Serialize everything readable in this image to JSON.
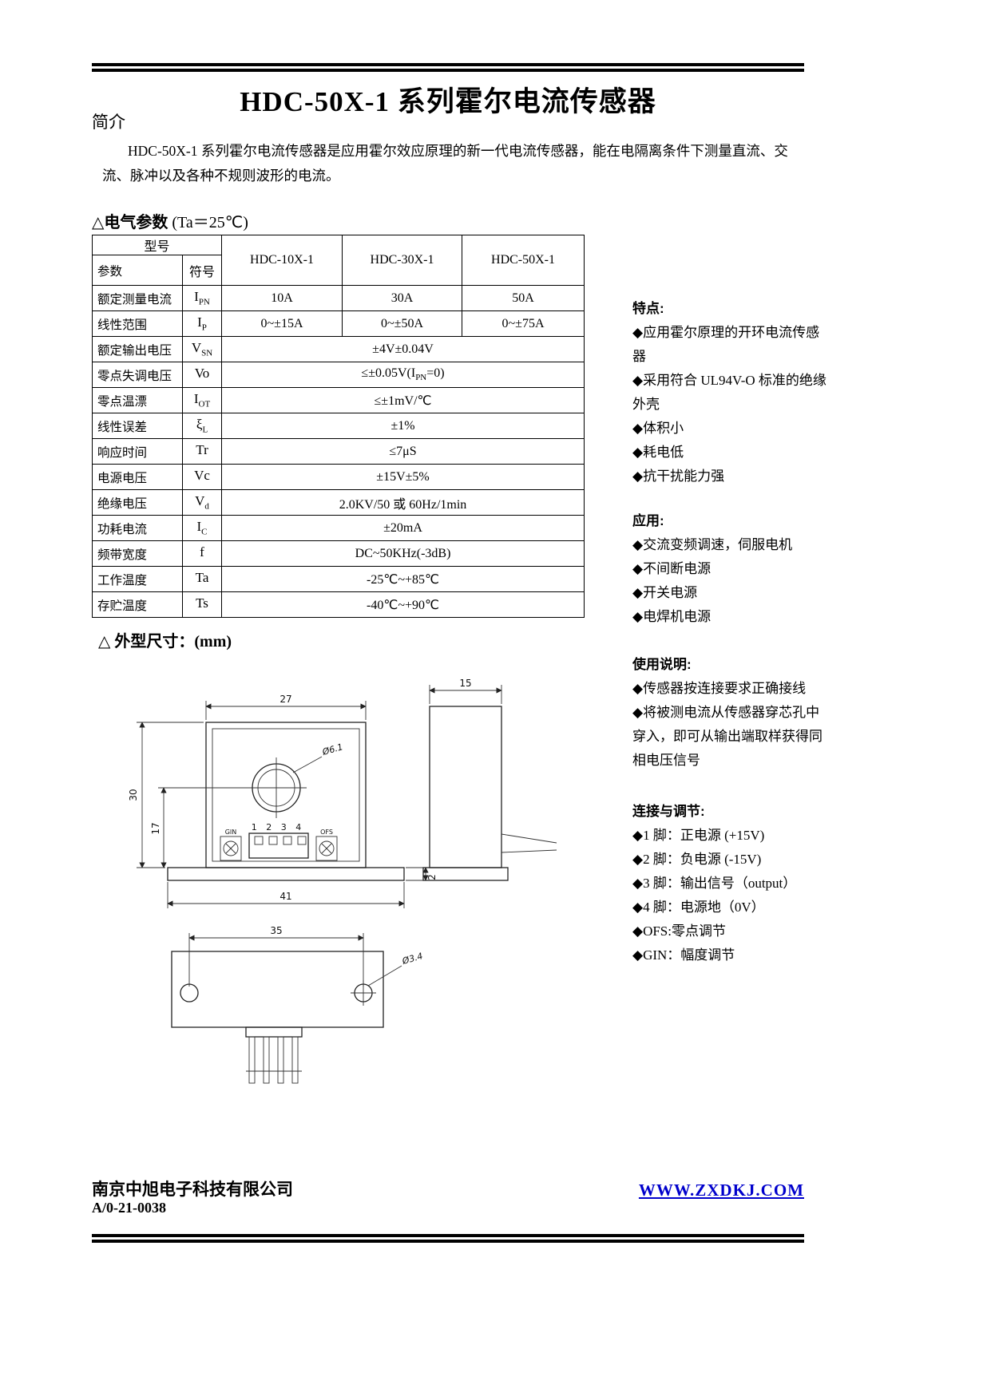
{
  "header": {
    "title": "HDC-50X-1 系列霍尔电流传感器",
    "intro_label": "简介",
    "intro_text": "HDC-50X-1 系列霍尔电流传感器是应用霍尔效应原理的新一代电流传感器，能在电隔离条件下测量直流、交流、脉冲以及各种不规则波形的电流。"
  },
  "electrical": {
    "heading": "△电气参数",
    "condition": " (Ta＝25℃)",
    "table": {
      "corner_model": "型号",
      "corner_param": "参数",
      "corner_symbol": "符号",
      "models": [
        "HDC-10X-1",
        "HDC-30X-1",
        "HDC-50X-1"
      ],
      "rows": [
        {
          "param": "额定测量电流",
          "sym": "I",
          "sub": "PN",
          "vals": [
            "10A",
            "30A",
            "50A"
          ]
        },
        {
          "param": "线性范围",
          "sym": "I",
          "sub": "P",
          "vals": [
            "0~±15A",
            "0~±50A",
            "0~±75A"
          ]
        },
        {
          "param": "额定输出电压",
          "sym": "V",
          "sub": "SN",
          "span": "±4V±0.04V"
        },
        {
          "param": "零点失调电压",
          "sym": "Vo",
          "sub": "",
          "span_pre": "≤±0.05V(I",
          "span_sub": "PN",
          "span_post": "=0)"
        },
        {
          "param": "零点温漂",
          "sym": "I",
          "sub": "OT",
          "span": "≤±1mV/℃"
        },
        {
          "param": "线性误差",
          "sym": "ξ",
          "sub": "L",
          "span": "±1%"
        },
        {
          "param": "响应时间",
          "sym": "Tr",
          "sub": "",
          "span": "≤7μS"
        },
        {
          "param": "电源电压",
          "sym": "Vc",
          "sub": "",
          "span": "±15V±5%"
        },
        {
          "param": "绝缘电压",
          "sym": "V",
          "sub": "d",
          "span": "2.0KV/50 或 60Hz/1min"
        },
        {
          "param": "功耗电流",
          "sym": "I",
          "sub": "C",
          "span": "±20mA"
        },
        {
          "param": "频带宽度",
          "sym": "f",
          "sub": "",
          "span": "DC~50KHz(-3dB)"
        },
        {
          "param": "工作温度",
          "sym": "Ta",
          "sub": "",
          "span": "-25℃~+85℃"
        },
        {
          "param": "存贮温度",
          "sym": "Ts",
          "sub": "",
          "span": "-40℃~+90℃"
        }
      ]
    }
  },
  "sidebar": {
    "bullet": "◆",
    "features": {
      "heading": "特点:",
      "items": [
        "应用霍尔原理的开环电流传感器",
        "采用符合 UL94V-O 标准的绝缘外壳",
        "体积小",
        "耗电低",
        "抗干扰能力强"
      ]
    },
    "applications": {
      "heading": "应用:",
      "items": [
        "交流变频调速，伺服电机",
        "不间断电源",
        "开关电源",
        "电焊机电源"
      ]
    },
    "usage": {
      "heading": "使用说明:",
      "items": [
        "传感器按连接要求正确接线",
        "将被测电流从传感器穿芯孔中穿入，即可从输出端取样获得同相电压信号"
      ]
    },
    "connection": {
      "heading": "连接与调节:",
      "items": [
        "1 脚：正电源 (+15V)",
        "2 脚：负电源 (-15V)",
        "3 脚：输出信号（output）",
        "4 脚：电源地（0V）",
        "OFS:零点调节",
        "GIN：幅度调节"
      ]
    }
  },
  "dimensions_section": {
    "heading": "△ 外型尺寸：(mm)",
    "front": {
      "width": "27",
      "height": "30",
      "center_height": "17",
      "base_width": "41",
      "tab_height": "2",
      "hole_dia": "Ø6.1",
      "pin_numbers": "1 2 3 4",
      "gin_label": "GIN",
      "ofs_label": "OFS"
    },
    "side": {
      "width": "15"
    },
    "bottom": {
      "hole_pitch": "35",
      "hole_dia": "Ø3.4"
    }
  },
  "footer": {
    "company": "南京中旭电子科技有限公司",
    "doc_number": "A/0-21-0038",
    "website": "WWW.ZXDKJ.COM",
    "link_color": "#0000cc"
  }
}
